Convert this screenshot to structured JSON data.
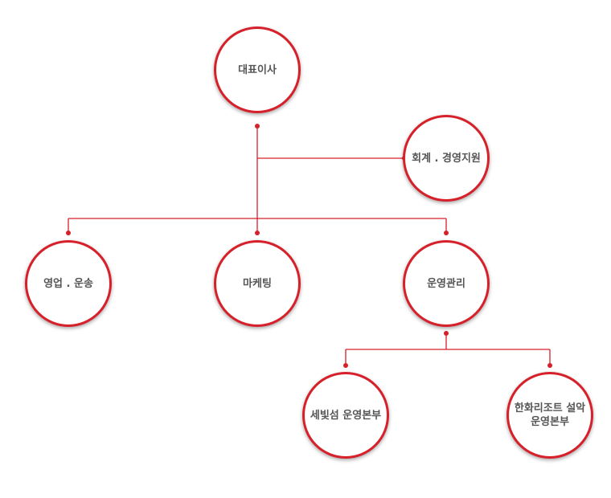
{
  "accent_color": "#d6202a",
  "line_color": "#d6202a",
  "text_color": "#555555",
  "org_chart": {
    "ceo": "대표이사",
    "accounting_support": "회계 . 경영지원",
    "sales_transport": "영업 . 운송",
    "marketing": "마케팅",
    "operations": "운영관리",
    "sebitseom": "세빛섬 운영본부",
    "hanwha_seorak": "한화리조트 설악\n운영본부"
  }
}
